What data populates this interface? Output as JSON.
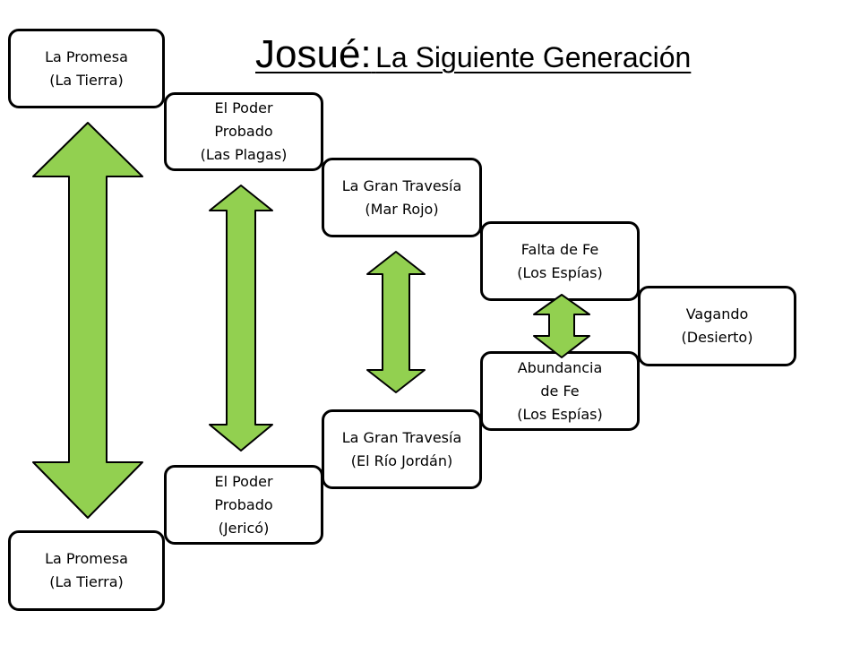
{
  "title": {
    "main": "Josué:",
    "sub": "La Siguiente Generación"
  },
  "boxes": {
    "promesa_top": {
      "line1": "La Promesa",
      "line2": "(La Tierra)"
    },
    "poder_plagas": {
      "line1": "El Poder",
      "line2": "Probado",
      "line3": "(Las Plagas)"
    },
    "travesia_mar": {
      "line1": "La Gran Travesía",
      "line2": "(Mar Rojo)"
    },
    "falta_fe": {
      "line1": "Falta de Fe",
      "line2": "(Los Espías)"
    },
    "vagando": {
      "line1": "Vagando",
      "line2": "(Desierto)"
    },
    "abundancia_fe": {
      "line1": "Abundancia",
      "line2": "de Fe",
      "line3": "(Los Espías)"
    },
    "travesia_jordan": {
      "line1": "La Gran Travesía",
      "line2": "(El Río Jordán)"
    },
    "poder_jerico": {
      "line1": "El Poder",
      "line2": "Probado",
      "line3": "(Jericó)"
    },
    "promesa_bottom": {
      "line1": "La Promesa",
      "line2": "(La Tierra)"
    }
  },
  "colors": {
    "arrow_fill": "#92D050",
    "arrow_stroke": "#000000",
    "box_border": "#000000"
  }
}
